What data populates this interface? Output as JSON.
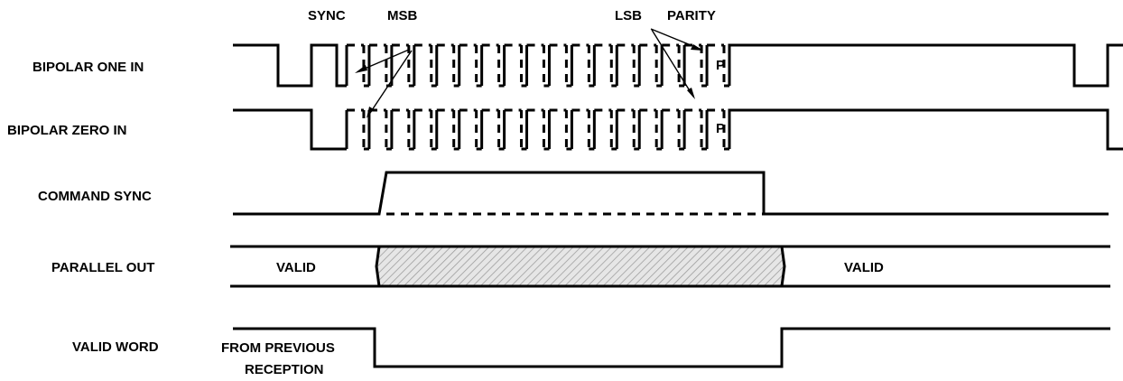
{
  "signal_labels": {
    "bipolar_one_in": "BIPOLAR ONE IN",
    "bipolar_zero_in": "BIPOLAR ZERO IN",
    "command_sync": "COMMAND SYNC",
    "parallel_out": "PARALLEL OUT",
    "valid_word": "VALID WORD"
  },
  "callouts": {
    "sync": "SYNC",
    "msb": "MSB",
    "lsb": "LSB",
    "parity": "PARITY"
  },
  "parity_bit_marker": "P",
  "parallel_out_states": {
    "before": "VALID",
    "after": "VALID"
  },
  "valid_word_note": {
    "line1": "FROM PREVIOUS",
    "line2": "RECEPTION"
  },
  "data_bit_count": 16,
  "colors": {
    "line": "#000000",
    "invalid_hatch": "#9a9a9a",
    "invalid_fill": "#e6e6e6"
  }
}
